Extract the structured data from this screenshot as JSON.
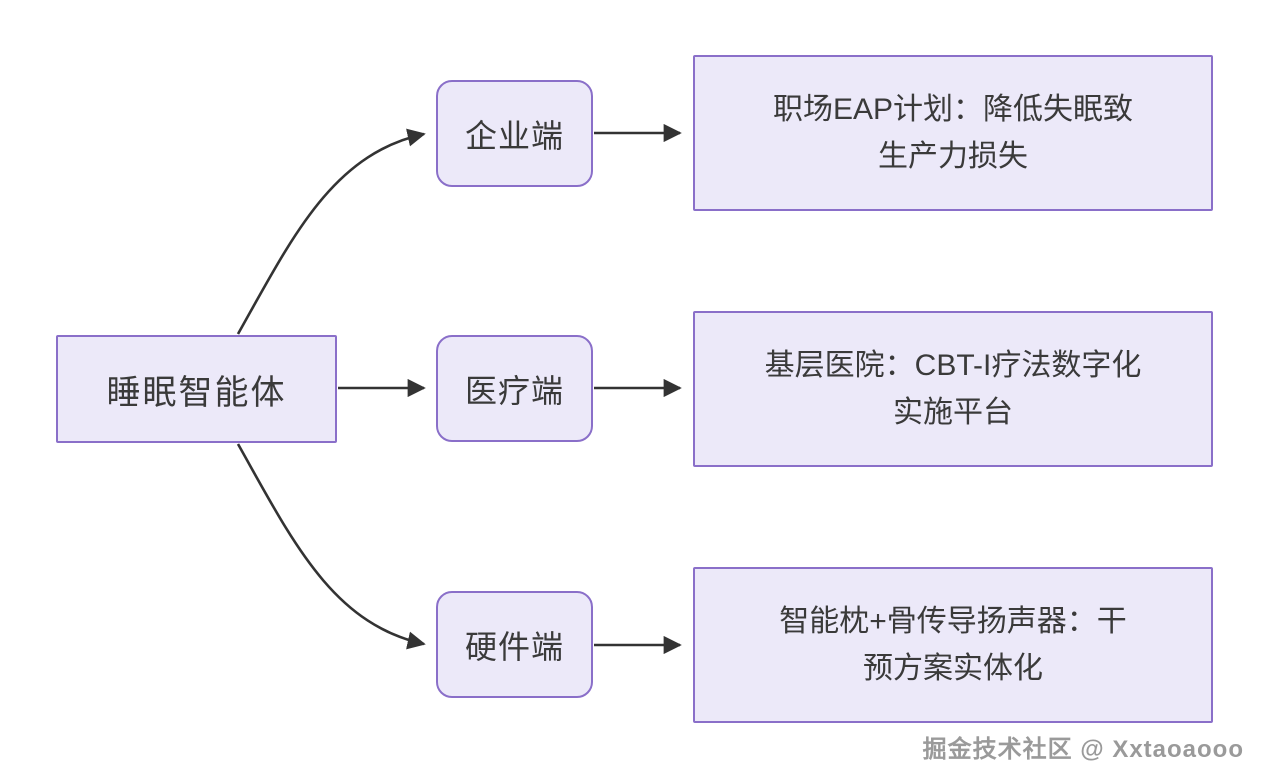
{
  "diagram": {
    "root": {
      "label": "睡眠智能体"
    },
    "branches": [
      {
        "label": "企业端",
        "detail_line1": "职场EAP计划：降低失眠致",
        "detail_line2": "生产力损失"
      },
      {
        "label": "医疗端",
        "detail_line1": "基层医院：CBT-I疗法数字化",
        "detail_line2": "实施平台"
      },
      {
        "label": "硬件端",
        "detail_line1": "智能枕+骨传导扬声器：干",
        "detail_line2": "预方案实体化"
      }
    ],
    "watermark": "掘金技术社区 @ Xxtaoaooo",
    "colors": {
      "node_fill": "#ECE9F9",
      "node_border": "#8A6FC9",
      "edge": "#333333",
      "text": "#3A3A3A",
      "watermark": "#9A9A9A",
      "background": "#FFFFFF"
    }
  }
}
